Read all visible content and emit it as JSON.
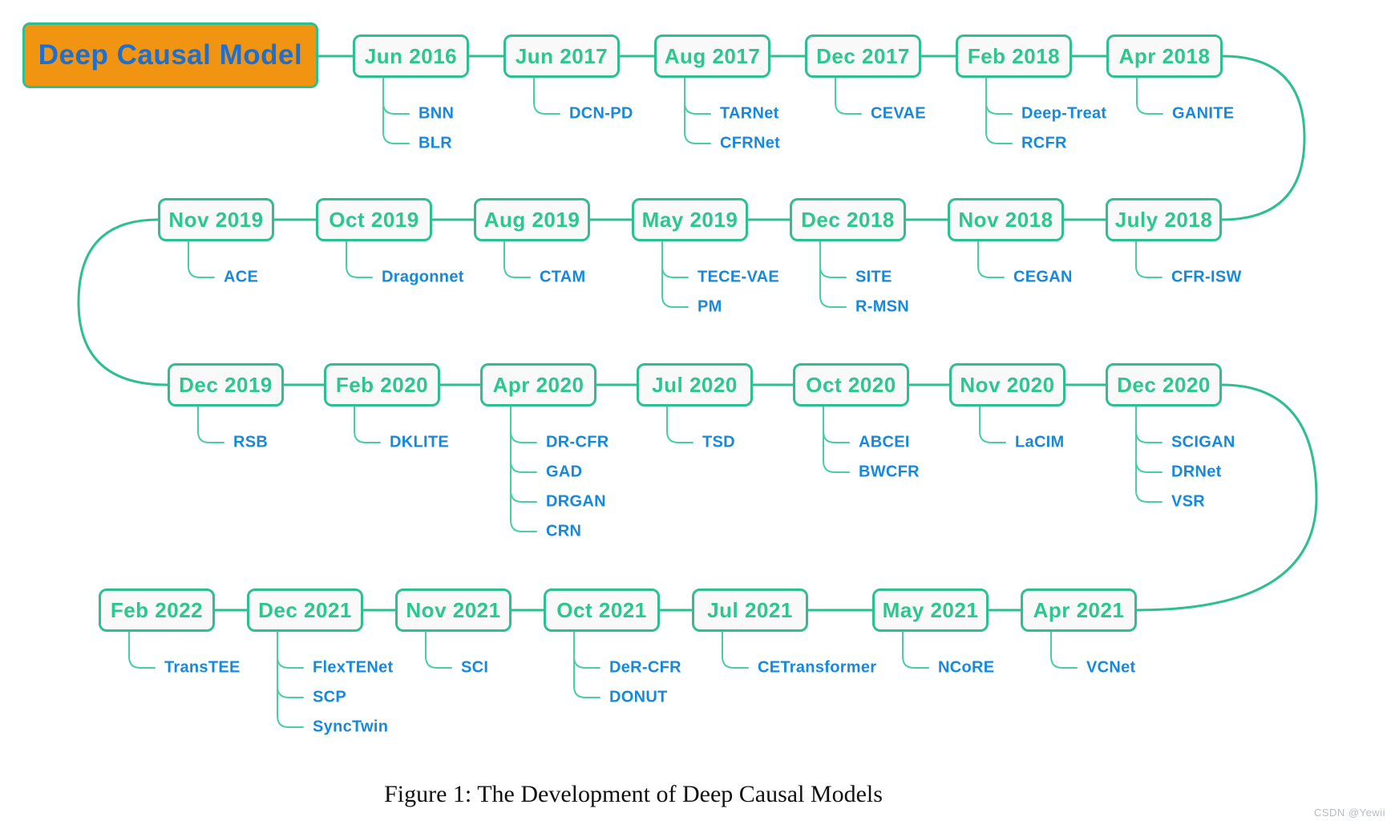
{
  "title_box": {
    "label": "Deep Causal Model"
  },
  "caption": "Figure 1: The Development of Deep Causal Models",
  "watermark": "CSDN @Yewii",
  "colors": {
    "green": "#2ebf8e",
    "branch_green": "#49ce9f",
    "date_green": "#2cc690",
    "model_blue": "#1789dd",
    "title_blue": "#1d6fd0",
    "orange": "#f09411",
    "box_fill": "#f8f9f8"
  },
  "rows": [
    {
      "nodes": [
        {
          "date": "Jun 2016",
          "models": [
            "BNN",
            "BLR"
          ]
        },
        {
          "date": "Jun 2017",
          "models": [
            "DCN-PD"
          ]
        },
        {
          "date": "Aug 2017",
          "models": [
            "TARNet",
            "CFRNet"
          ]
        },
        {
          "date": "Dec 2017",
          "models": [
            "CEVAE"
          ]
        },
        {
          "date": "Feb 2018",
          "models": [
            "Deep-Treat",
            "RCFR"
          ]
        },
        {
          "date": "Apr 2018",
          "models": [
            "GANITE"
          ]
        }
      ]
    },
    {
      "nodes": [
        {
          "date": "Nov 2019",
          "models": [
            "ACE"
          ]
        },
        {
          "date": "Oct 2019",
          "models": [
            "Dragonnet"
          ]
        },
        {
          "date": "Aug 2019",
          "models": [
            "CTAM"
          ]
        },
        {
          "date": "May 2019",
          "models": [
            "TECE-VAE",
            "PM"
          ]
        },
        {
          "date": "Dec 2018",
          "models": [
            "SITE",
            "R-MSN"
          ]
        },
        {
          "date": "Nov 2018",
          "models": [
            "CEGAN"
          ]
        },
        {
          "date": "July 2018",
          "models": [
            "CFR-ISW"
          ]
        }
      ]
    },
    {
      "nodes": [
        {
          "date": "Dec 2019",
          "models": [
            "RSB"
          ]
        },
        {
          "date": "Feb 2020",
          "models": [
            "DKLITE"
          ]
        },
        {
          "date": "Apr 2020",
          "models": [
            "DR-CFR",
            "GAD",
            "DRGAN",
            "CRN"
          ]
        },
        {
          "date": "Jul 2020",
          "models": [
            "TSD"
          ]
        },
        {
          "date": "Oct 2020",
          "models": [
            "ABCEI",
            "BWCFR"
          ]
        },
        {
          "date": "Nov 2020",
          "models": [
            "LaCIM"
          ]
        },
        {
          "date": "Dec 2020",
          "models": [
            "SCIGAN",
            "DRNet",
            "VSR"
          ]
        }
      ]
    },
    {
      "nodes": [
        {
          "date": "Feb 2022",
          "models": [
            "TransTEE"
          ]
        },
        {
          "date": "Dec 2021",
          "models": [
            "FlexTENet",
            "SCP",
            "SyncTwin"
          ]
        },
        {
          "date": "Nov 2021",
          "models": [
            "SCI"
          ]
        },
        {
          "date": "Oct 2021",
          "models": [
            "DeR-CFR",
            "DONUT"
          ]
        },
        {
          "date": "Jul 2021",
          "models": [
            "CETransformer"
          ]
        },
        {
          "date": "May 2021",
          "models": [
            "NCoRE"
          ]
        },
        {
          "date": "Apr 2021",
          "models": [
            "VCNet"
          ]
        }
      ]
    }
  ]
}
